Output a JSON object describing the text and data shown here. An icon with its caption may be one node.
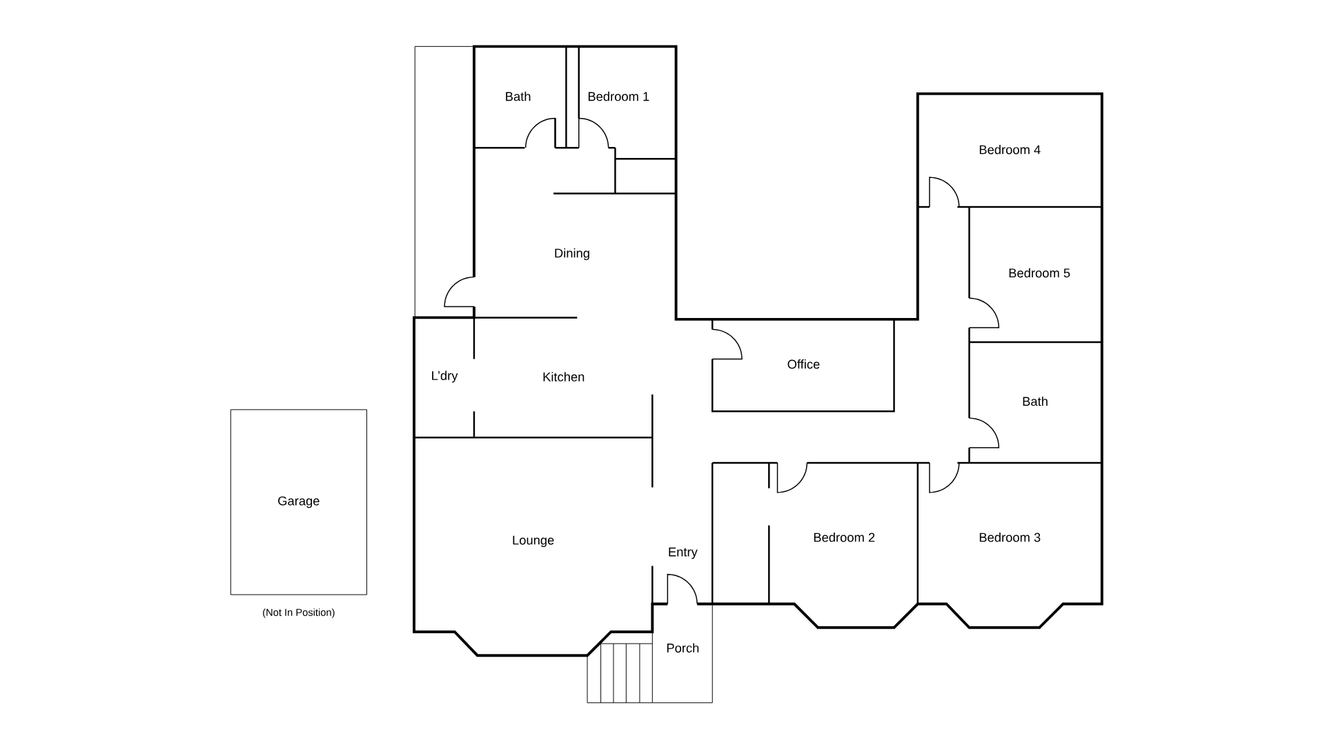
{
  "diagram": {
    "nodes": [
      {
        "text": [
          "Garage"
        ],
        "beside": [
          "(Not In Position)"
        ]
      }
    ],
    "labels": [
      "Bath",
      "Bedroom 1",
      "Bedroom 4",
      "Dining",
      "Bedroom 5",
      "Office",
      "L’dry",
      "Kitchen",
      "Bath",
      "Lounge",
      "Entry",
      "Bedroom 2",
      "Bedroom 3",
      "Porch"
    ]
  }
}
